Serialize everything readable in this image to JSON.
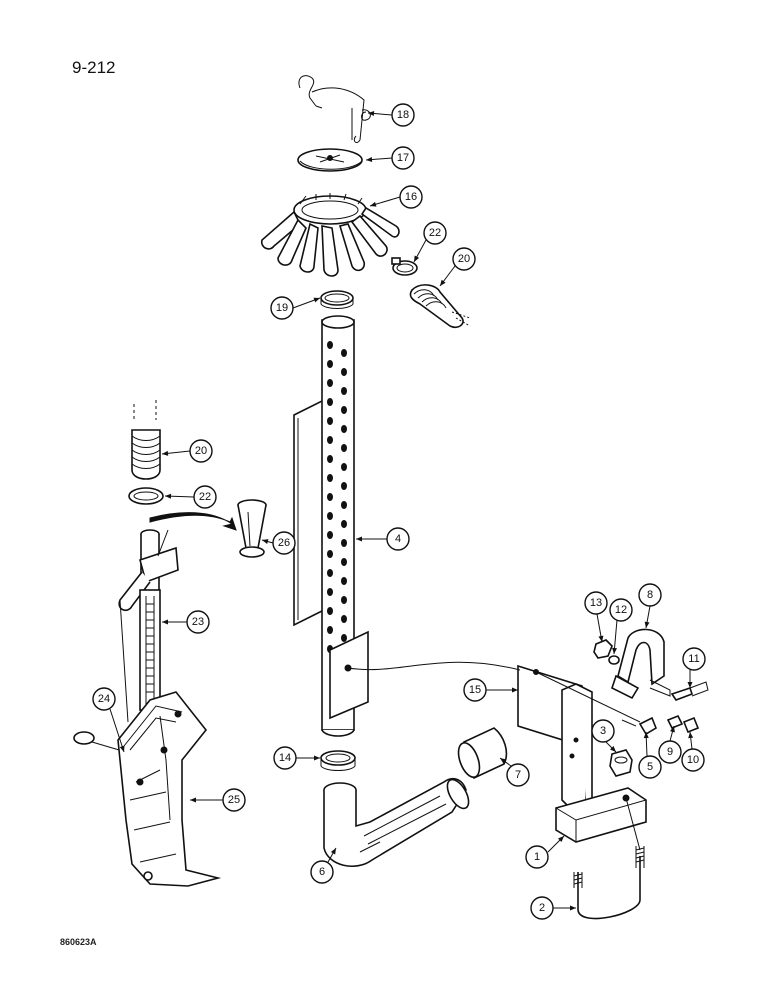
{
  "page_number": "9-212",
  "doc_code": "860623A",
  "callouts": [
    {
      "id": "c18",
      "label": "18"
    },
    {
      "id": "c17",
      "label": "17"
    },
    {
      "id": "c16",
      "label": "16"
    },
    {
      "id": "c22a",
      "label": "22"
    },
    {
      "id": "c20a",
      "label": "20"
    },
    {
      "id": "c19",
      "label": "19"
    },
    {
      "id": "c20b",
      "label": "20"
    },
    {
      "id": "c22b",
      "label": "22"
    },
    {
      "id": "c26",
      "label": "26"
    },
    {
      "id": "c4",
      "label": "4"
    },
    {
      "id": "c23",
      "label": "23"
    },
    {
      "id": "c24",
      "label": "24"
    },
    {
      "id": "c25",
      "label": "25"
    },
    {
      "id": "c14",
      "label": "14"
    },
    {
      "id": "c6",
      "label": "6"
    },
    {
      "id": "c7",
      "label": "7"
    },
    {
      "id": "c15",
      "label": "15"
    },
    {
      "id": "c13",
      "label": "13"
    },
    {
      "id": "c12",
      "label": "12"
    },
    {
      "id": "c8",
      "label": "8"
    },
    {
      "id": "c11",
      "label": "11"
    },
    {
      "id": "c3",
      "label": "3"
    },
    {
      "id": "c5",
      "label": "5"
    },
    {
      "id": "c9",
      "label": "9"
    },
    {
      "id": "c10",
      "label": "10"
    },
    {
      "id": "c1",
      "label": "1"
    },
    {
      "id": "c2",
      "label": "2"
    }
  ]
}
